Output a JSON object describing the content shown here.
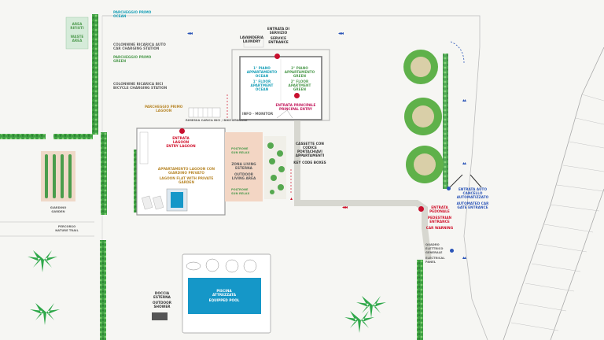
{
  "areas": {
    "waste_area_it": "AREA RIFIUTI",
    "waste_area_en": "WASTE AREA",
    "parking_ocean_it": "PARCHEGGIO PRIMO",
    "parking_ocean_en": "OCEAN",
    "columns_it": "COLONNINE RICARICA AUTO",
    "columns_en": "CAR CHARGING STATION",
    "parking_green_it": "PARCHEGGIO PRIMO",
    "parking_green_en": "GREEN",
    "columns2_it": "COLONNINE RICARICA BICI",
    "columns2_en": "BICYCLE CHARGING STATION",
    "parking_lagoon_it": "PARCHEGGIO PRIMO",
    "parking_lagoon_en": "LAGOON",
    "laundry_it": "LAVANDERIA",
    "laundry_en": "LAUNDRY",
    "service_it": "ENTRATA DI SERVIZIO",
    "service_en": "SERVICE ENTRANCE",
    "apt1_it": "1° PIANO APPARTAMENTO OCEAN",
    "apt1_en": "1° FLOOR APARTMENT OCEAN",
    "apt2_it": "2° PIANO APPARTAMENTO GREEN",
    "apt2_en": "2° FLOOR APARTMENT GREEN",
    "main_entry_it": "ENTRATA PRINCIPALE",
    "main_entry_en": "PRINCIPAL ENTRY",
    "info_monitor": "INFO · MONITOR",
    "lagoon_entry_it": "ENTRATA LAGOON",
    "lagoon_entry_en": "ENTRY LAGOON",
    "bike_storage": "RIMESSA CARICA BICI / BIKE STORAGE",
    "lagoon_apt_it": "APPARTAMENTO LAGOON CON GIARDINO PRIVATO",
    "lagoon_apt_en": "LAGOON FLAT WITH PRIVATE GARDEN",
    "outdoor_living_it": "ZONA LIVING ESTERNA",
    "outdoor_living_en": "OUTDOOR LIVING AREA",
    "relax_it": "POLTRONE",
    "relax_en": "SUN RELAX",
    "keybox_it": "CASSETTE CON CODICE PORTACHIAVI APPARTAMENTI",
    "keybox_en": "KEY CODE BOXES",
    "auto_gate_it": "ENTRATA AUTO CANCELLO AUTOMATIZZATO",
    "auto_gate_en": "AUTOMATED CAR GATE ENTRANCE",
    "pedestrian_it": "ENTRATA PEDONALE",
    "pedestrian_en": "PEDESTRIAN ENTRANCE",
    "car_warning": "CAR WARNING",
    "electrical_it": "QUADRO ELETTRICO GENERALE",
    "electrical_en": "ELECTRICAL PANEL",
    "shower_it": "DOCCIA ESTERNA",
    "shower_en": "OUTDOOR SHOWER",
    "pool_it": "PISCINA ATTREZZATA",
    "pool_en": "EQUIPPED POOL",
    "garden_it": "GIARDINO",
    "garden_en": "GARDEN",
    "path_it": "PERCORSO",
    "path_en": "NATURE TRAIL"
  },
  "colors": {
    "hedge": "#4caf50",
    "pool": "#1597c8",
    "outdoor_living": "#f3d6c4",
    "entry_marker": "#c8102e",
    "arrows_blue": "#2b55b8",
    "arrows_red": "#d0102a"
  }
}
